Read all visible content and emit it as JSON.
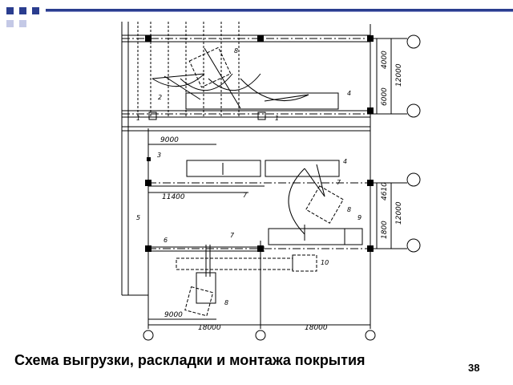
{
  "slide": {
    "caption": "Схема выгрузки, раскладки и монтажа покрытия",
    "page_number": "38",
    "accent_color": "#2a3d8f",
    "accent_pale_color": "#c4c9e6"
  },
  "drawing": {
    "dim_vertical": [
      "4000",
      "12000",
      "6000",
      "4610",
      "12000",
      "1800"
    ],
    "dim_horizontal": [
      "9000",
      "11400",
      "9000",
      "18000",
      "18000"
    ],
    "callouts": [
      "8",
      "2",
      "4",
      "1",
      "1",
      "3",
      "4",
      "7",
      "7",
      "8",
      "9",
      "5",
      "6",
      "7",
      "10",
      "8"
    ]
  }
}
